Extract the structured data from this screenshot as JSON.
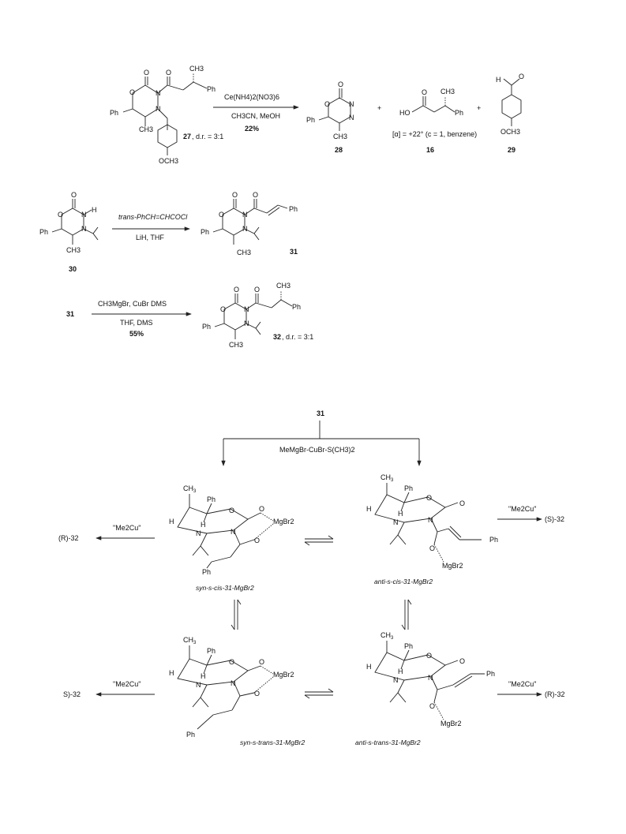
{
  "scheme1": {
    "reactant": {
      "number": "27",
      "dr": ", d.r. = 3:1",
      "ome": "OCH3",
      "ph1": "Ph",
      "ph2": "Ph",
      "ch3": "CH3"
    },
    "conditions": {
      "reagent": "Ce(NH4)2(NO3)6",
      "solvent": "CH3CN, MeOH",
      "yield": "22%"
    },
    "products": [
      {
        "number": "28",
        "ph": "Ph",
        "ch3": "CH3"
      },
      {
        "number": "16",
        "rotation": "[α] = +22° (c = 1, benzene)",
        "ho": "HO",
        "ch3": "CH3",
        "ph": "Ph"
      },
      {
        "number": "29",
        "h": "H",
        "ome": "OCH3"
      }
    ],
    "plus": "+"
  },
  "scheme2": {
    "start": {
      "number": "30",
      "h": "H",
      "ph": "Ph",
      "ch3": "CH3"
    },
    "conditions": {
      "reagent": "trans-PhCH=CHCOCl",
      "base": "LiH, THF"
    },
    "product": {
      "number": "31",
      "ph": "Ph",
      "ph2": "Ph",
      "ch3": "CH3"
    }
  },
  "scheme3": {
    "start": "31",
    "conditions": {
      "reagent": "CH3MgBr, CuBr DMS",
      "solvent": "THF, DMS",
      "yield": "55%"
    },
    "product": {
      "number": "32",
      "dr": ", d.r. = 3:1",
      "ch3": "CH3",
      "ph": "Ph",
      "ph2": "Ph"
    }
  },
  "mechanism": {
    "start": "31",
    "reagent": "MeMgBr-CuBr-S(CH3)2",
    "cuprate": "\"Me2Cu\"",
    "mgbr2": "MgBr2",
    "labels": {
      "tl": "syn-s-cis-31-MgBr2",
      "tr": "anti-s-cis-31-MgBr2",
      "bl": "syn-s-trans-31-MgBr2",
      "br": "anti-s-trans-31-MgBr2"
    },
    "outcomes": {
      "tl": "(R)-32",
      "tr": "(S)-32",
      "bl": "S)-32",
      "br": "(R)-32"
    }
  }
}
